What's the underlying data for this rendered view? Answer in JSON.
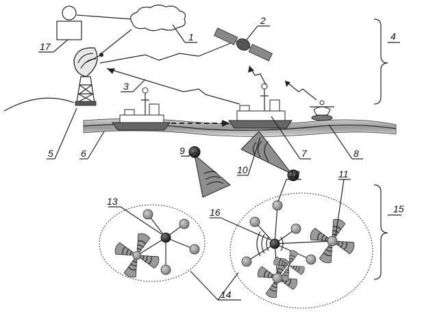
{
  "labels": {
    "l1": "1",
    "l2": "2",
    "l3": "3",
    "l4": "4",
    "l5": "5",
    "l6": "6",
    "l7": "7",
    "l8": "8",
    "l9": "9",
    "l10": "10",
    "l11": "11",
    "l12": "12",
    "l13": "13",
    "l14": "14",
    "l15": "15",
    "l16": "16",
    "l17": "17"
  },
  "colors": {
    "node_fill": "#8c8c8c",
    "node_dark": "#2b2b2b",
    "sea_band": "#b9b9b9",
    "line": "#222222"
  }
}
